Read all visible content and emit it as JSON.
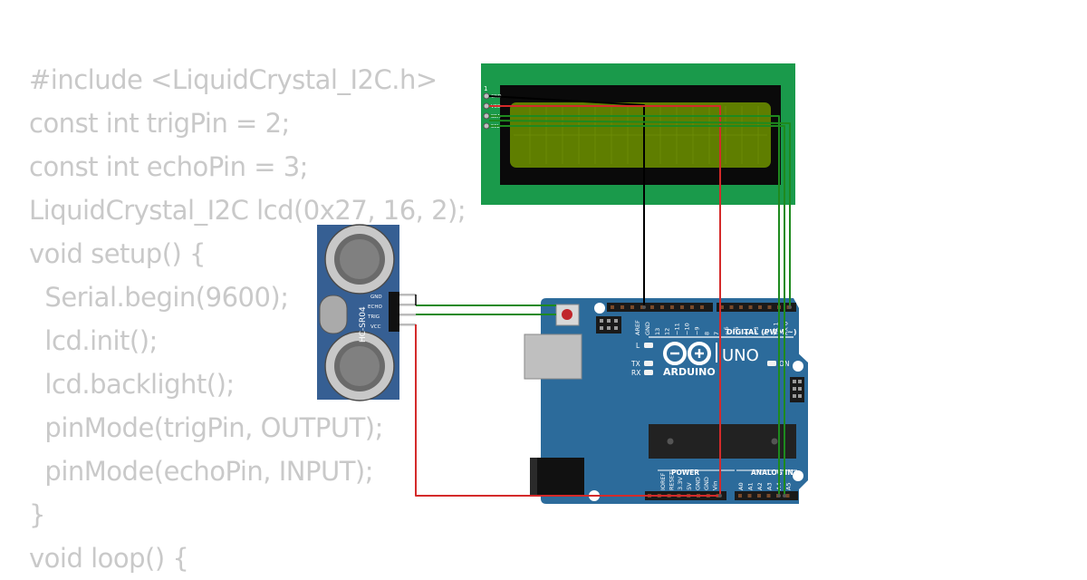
{
  "code_lines": [
    "#include <LiquidCrystal_I2C.h>",
    "const int trigPin = 2;",
    "const int echoPin = 3;",
    "LiquidCrystal_I2C lcd(0x27, 16, 2);",
    "void setup() {",
    "  Serial.begin(9600);",
    "  lcd.init();",
    "  lcd.backlight();",
    "  pinMode(trigPin, OUTPUT);",
    "  pinMode(echoPin, INPUT);",
    "}",
    "void loop() {"
  ],
  "sensor": {
    "model": "HC-SR04",
    "pins": [
      "GND",
      "ECHO",
      "TRIG",
      "VCC"
    ]
  },
  "lcd": {
    "pin_marker": "1",
    "pins": [
      "GND",
      "VCC",
      "SDA",
      "SCL"
    ]
  },
  "arduino": {
    "brand": "ARDUINO",
    "model": "UNO",
    "digital_label": "DIGITAL (PWM ~)",
    "power_label": "POWER",
    "analog_label": "ANALOG IN",
    "on_label": "ON",
    "l_label": "L",
    "tx_label": "TX",
    "rx_label": "RX",
    "digital_pins": [
      "AREF",
      "GND",
      "13",
      "12",
      "~11",
      "~10",
      "~9",
      "8",
      "7",
      "~6",
      "~5",
      "4",
      "~3",
      "2",
      "TX 1",
      "RX 0"
    ],
    "power_pins": [
      "IOREF",
      "RESET",
      "3.3V",
      "5V",
      "GND",
      "GND",
      "Vin"
    ],
    "analog_pins": [
      "A0",
      "A1",
      "A2",
      "A3",
      "A4",
      "A5"
    ]
  },
  "colors": {
    "code_text": "#c9c9c9",
    "lcd_board": "#1a9a4b",
    "lcd_screen": "#5f7e00",
    "arduino_board": "#2c6b9b",
    "sensor_board": "#365f93",
    "wire_ground": "#000000",
    "wire_power": "#d42a2a",
    "wire_signal": "#1e8a1e"
  }
}
